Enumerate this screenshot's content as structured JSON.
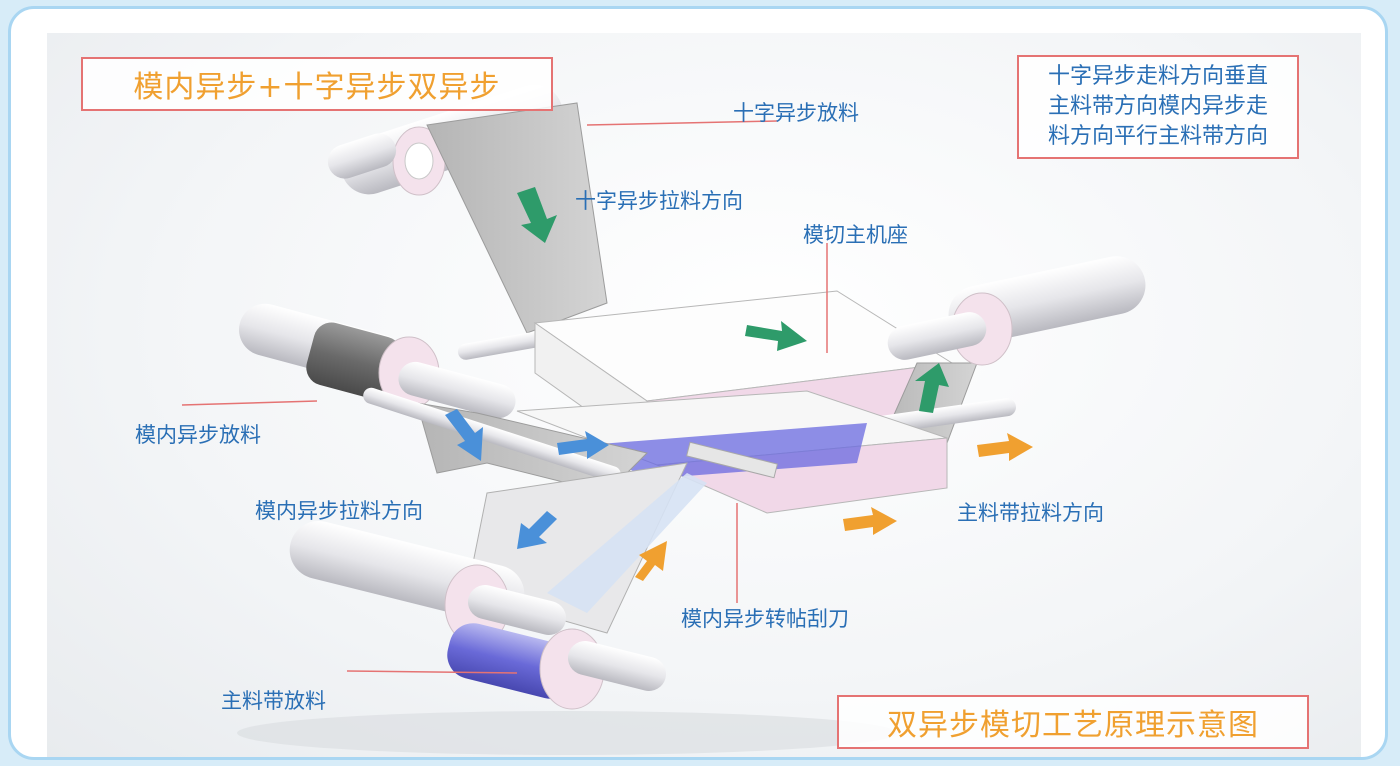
{
  "title_box": "模内异步+十字异步双异步",
  "note_box": [
    "十字异步走料方向垂直",
    "主料带方向模内异步走",
    "料方向平行主料带方向"
  ],
  "caption_box": "双异步模切工艺原理示意图",
  "labels": {
    "cross_unwind": "十字异步放料",
    "cross_pull": "十字异步拉料方向",
    "die_base": "模切主机座",
    "inmold_unwind": "模内异步放料",
    "inmold_pull": "模内异步拉料方向",
    "main_pull": "主料带拉料方向",
    "scraper": "模内异步转帖刮刀",
    "main_unwind": "主料带放料"
  },
  "colors": {
    "frame_border": "#a9d6f2",
    "box_border": "#e57373",
    "label_text": "#2a6fb5",
    "title_text": "#f0a030",
    "arrow_green": "#2e9b6a",
    "arrow_blue": "#4a90d9",
    "arrow_orange": "#f0a030"
  }
}
